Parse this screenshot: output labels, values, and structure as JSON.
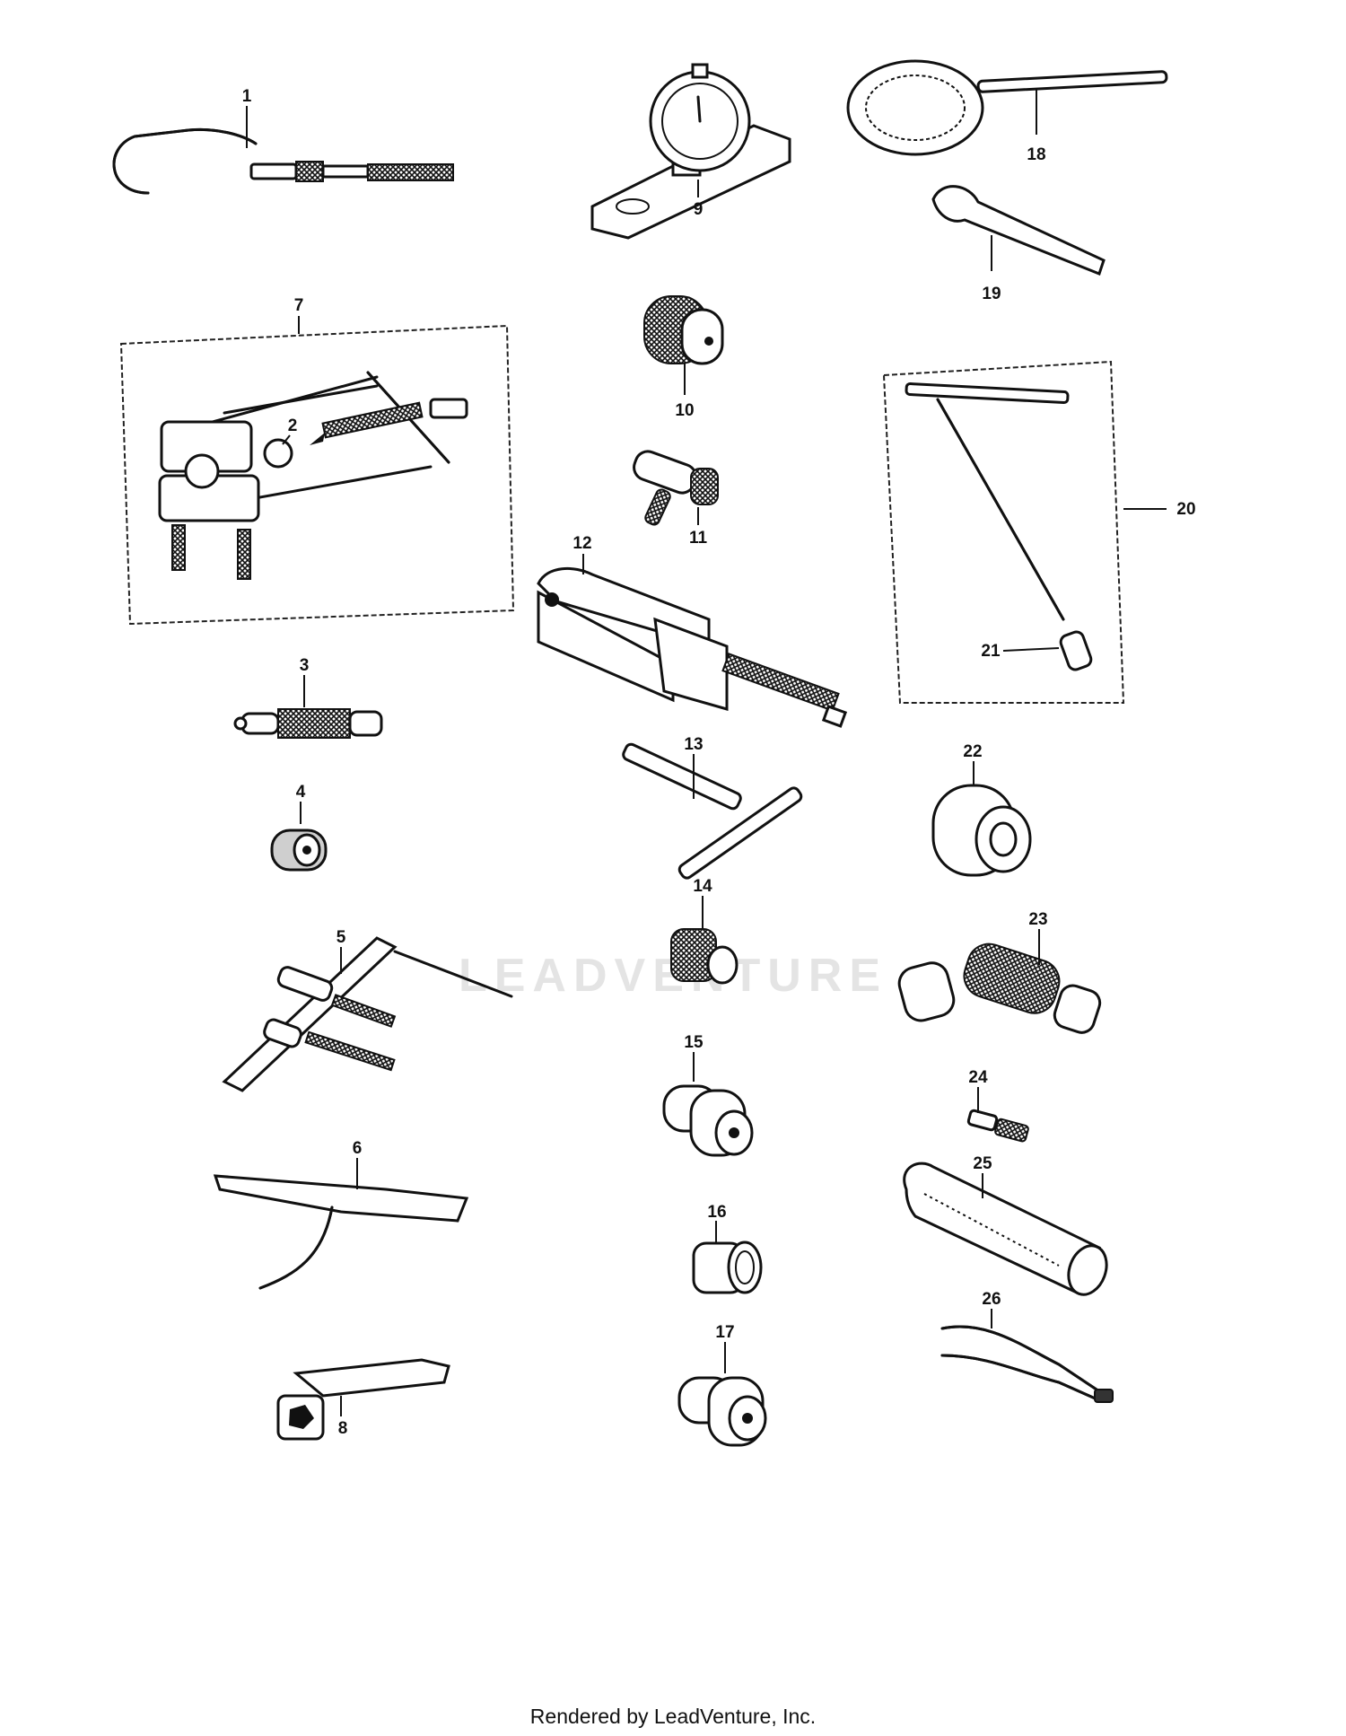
{
  "watermark": "LEADVENTURE",
  "footer": "Rendered by LeadVenture, Inc.",
  "parts": [
    "1",
    "2",
    "3",
    "4",
    "5",
    "6",
    "7",
    "8",
    "9",
    "10",
    "11",
    "12",
    "13",
    "14",
    "15",
    "16",
    "17",
    "18",
    "19",
    "20",
    "21",
    "22",
    "23",
    "24",
    "25",
    "26"
  ]
}
